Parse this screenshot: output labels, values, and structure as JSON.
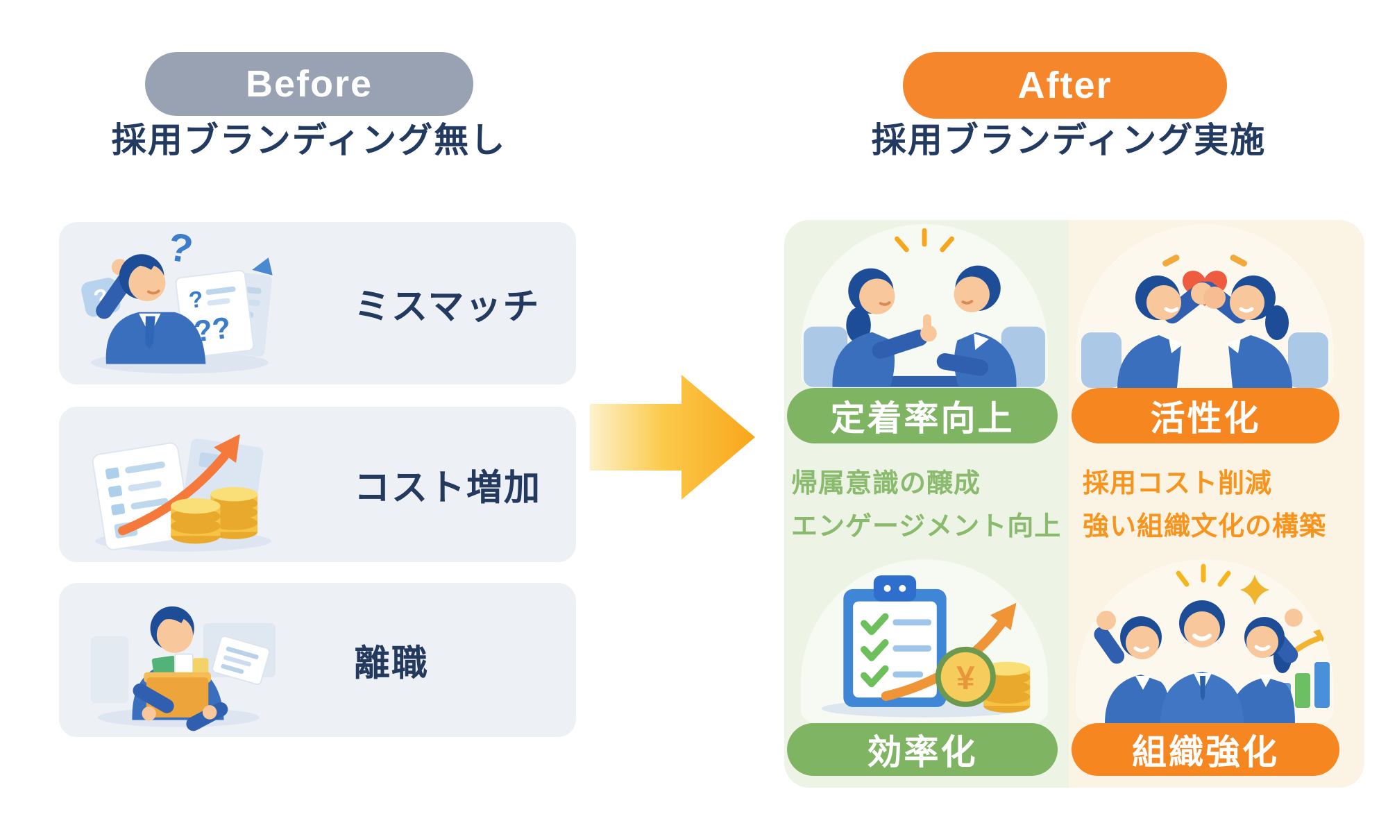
{
  "before": {
    "badge": "Before",
    "heading": "採用ブランディング無し",
    "items": [
      {
        "label": "ミスマッチ",
        "icon": "confused-employee-illustration"
      },
      {
        "label": "コスト増加",
        "icon": "rising-cost-coins-illustration"
      },
      {
        "label": "離職",
        "icon": "leaving-employee-box-illustration"
      }
    ]
  },
  "arrow": {
    "icon": "right-arrow",
    "gradient": [
      "#fdf2cc",
      "#fbc94a",
      "#f9a61b"
    ]
  },
  "after": {
    "badge": "After",
    "heading": "採用ブランディング実施",
    "quadrants": [
      {
        "pill": "定着率向上",
        "color": "#7fb463",
        "icon": "one-on-one-talk-illustration"
      },
      {
        "pill": "活性化",
        "color": "#f6861f",
        "icon": "fist-bump-heart-illustration"
      },
      {
        "pill": "効率化",
        "color": "#7fb463",
        "icon": "checklist-yen-coin-illustration"
      },
      {
        "pill": "組織強化",
        "color": "#f6861f",
        "icon": "cheering-team-chart-illustration"
      }
    ],
    "benefits_green": [
      "帰属意識の醸成",
      "エンゲージメント向上"
    ],
    "benefits_orange": [
      "採用コスト削減",
      "強い組織文化の構築"
    ]
  },
  "colors": {
    "before_badge": "#99a2b3",
    "after_badge": "#f5862b",
    "heading_navy": "#233a60",
    "card_bg": "#edf1f6",
    "panel_green_bg": "#edf4e6",
    "panel_cream_bg": "#fbf4e4",
    "pill_green": "#7fb463",
    "pill_orange": "#f6861f",
    "text_green": "#8aba6d",
    "text_orange": "#f7941e"
  }
}
